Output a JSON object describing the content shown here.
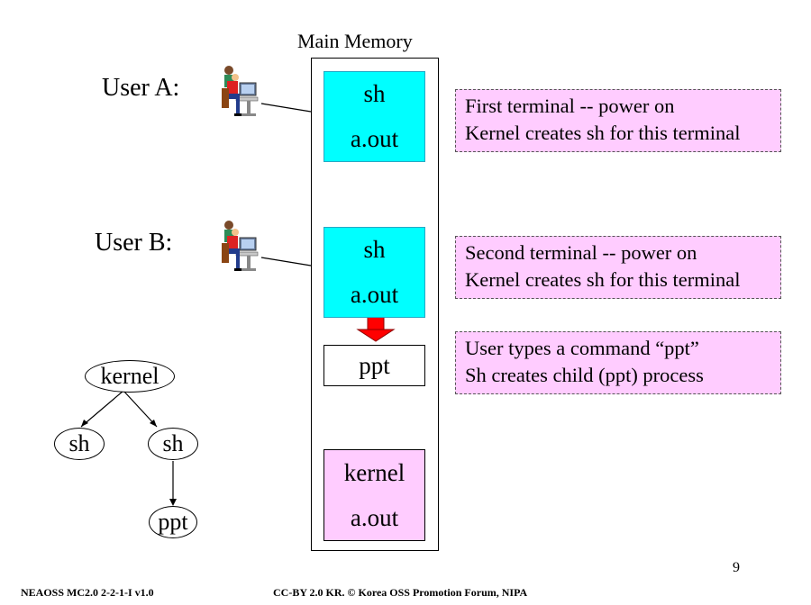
{
  "title": "Main Memory",
  "users": [
    {
      "label": "User A:",
      "icon": "user-at-computer-icon"
    },
    {
      "label": "User B:",
      "icon": "user-at-computer-icon"
    }
  ],
  "memory_blocks": {
    "block_a": {
      "line1": "sh",
      "line2": "a.out",
      "color": "#00ffff"
    },
    "block_b": {
      "line1": "sh",
      "line2": "a.out",
      "color": "#00ffff"
    },
    "ppt": {
      "label": "ppt"
    },
    "kernel": {
      "line1": "kernel",
      "line2": "a.out",
      "color": "#ffccff"
    }
  },
  "notes": [
    {
      "line1": "First terminal  -- power on",
      "line2": "Kernel creates sh for this terminal"
    },
    {
      "line1": "Second terminal  -- power on",
      "line2": "Kernel creates sh for this terminal"
    },
    {
      "line1": "User types a command “ppt”",
      "line2": "Sh  creates  child (ppt)  process"
    }
  ],
  "tree": {
    "root": "kernel",
    "child_left": "sh",
    "child_right": "sh",
    "grandchild": "ppt"
  },
  "page_number": "9",
  "footer": {
    "left": "NEAOSS MC2.0 2-2-1-I v1.0",
    "center": "CC-BY 2.0 KR. © Korea OSS Promotion Forum, NIPA"
  },
  "colors": {
    "arrow": "#ff0000",
    "note_bg": "#ffccff",
    "cyan": "#00ffff"
  }
}
